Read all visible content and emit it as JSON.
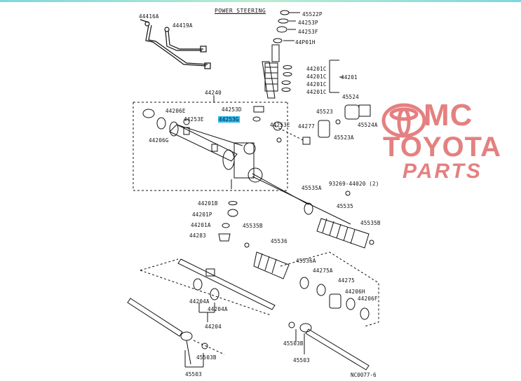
{
  "diagram": {
    "title": "POWER STEERING",
    "code": "NC0077-6"
  },
  "watermark": {
    "line1": "MC",
    "line2": "TOYOTA",
    "line3": "PARTS",
    "color": "#e58080"
  },
  "parts": {
    "p44416A": "44416A",
    "p44419A": "44419A",
    "p45522P": "45522P",
    "p44253P": "44253P",
    "p44253F": "44253F",
    "p44P01H": "44P01H",
    "p44201C_1": "44201C",
    "p44201C_2": "44201C",
    "p44201C_3": "44201C",
    "p44201C_4": "44201C",
    "p44201": "44201",
    "p44240": "44240",
    "p44206E": "44206E",
    "p44206G": "44206G",
    "p44253E": "44253E",
    "p44253D": "44253D",
    "p44253G": "44253G",
    "p44253E_r": "44253E",
    "p45524": "45524",
    "p45523": "45523",
    "p45524A": "45524A",
    "p44277": "44277",
    "p45523A": "45523A",
    "p93269": "93269-44020 (2)",
    "p45535A_1": "45535A",
    "p45535": "45535",
    "p44201B": "44201B",
    "p44201P": "44201P",
    "p44201A": "44201A",
    "p44283": "44283",
    "p45535B_1": "45535B",
    "p45535B_2": "45535B",
    "p45536": "45536",
    "p45536A": "45536A",
    "p44275A": "44275A",
    "p44275": "44275",
    "p44206H": "44206H",
    "p44206F": "44206F",
    "p44204A_1": "44204A",
    "p44204A_2": "44204A",
    "p44204": "44204",
    "p45503B_1": "45503B",
    "p45503B_2": "45503B",
    "p45503_l": "45503",
    "p45503_r": "45503"
  }
}
